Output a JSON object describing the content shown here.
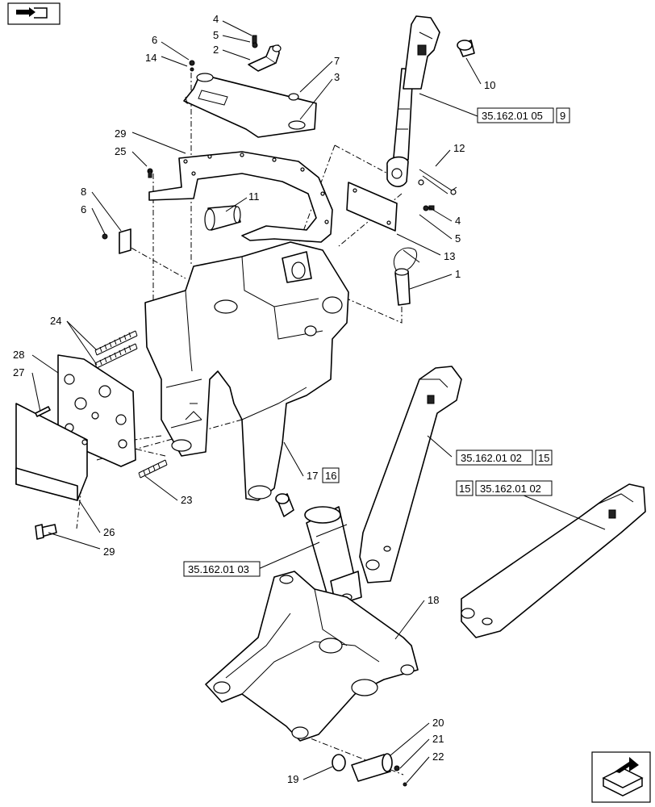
{
  "nav_icon": "book-arrow-icon",
  "corner_icon": "page-turn-arrow-icon",
  "callouts": [
    {
      "id": "c1",
      "text": "1"
    },
    {
      "id": "c2",
      "text": "2"
    },
    {
      "id": "c3",
      "text": "3"
    },
    {
      "id": "c4a",
      "text": "4"
    },
    {
      "id": "c4b",
      "text": "4"
    },
    {
      "id": "c5a",
      "text": "5"
    },
    {
      "id": "c5b",
      "text": "5"
    },
    {
      "id": "c6a",
      "text": "6"
    },
    {
      "id": "c6b",
      "text": "6"
    },
    {
      "id": "c7",
      "text": "7"
    },
    {
      "id": "c8",
      "text": "8"
    },
    {
      "id": "c10",
      "text": "10"
    },
    {
      "id": "c11",
      "text": "11"
    },
    {
      "id": "c12",
      "text": "12"
    },
    {
      "id": "c13",
      "text": "13"
    },
    {
      "id": "c14",
      "text": "14"
    },
    {
      "id": "c17",
      "text": "17"
    },
    {
      "id": "c18",
      "text": "18"
    },
    {
      "id": "c19",
      "text": "19"
    },
    {
      "id": "c20",
      "text": "20"
    },
    {
      "id": "c21",
      "text": "21"
    },
    {
      "id": "c22",
      "text": "22"
    },
    {
      "id": "c23",
      "text": "23"
    },
    {
      "id": "c24",
      "text": "24"
    },
    {
      "id": "c25",
      "text": "25"
    },
    {
      "id": "c26",
      "text": "26"
    },
    {
      "id": "c27",
      "text": "27"
    },
    {
      "id": "c28",
      "text": "28"
    },
    {
      "id": "c29a",
      "text": "29"
    },
    {
      "id": "c29b",
      "text": "29"
    }
  ],
  "references": {
    "r1": {
      "code": "35.162.01 05",
      "page": "9"
    },
    "r2": {
      "code": "35.162.01 02",
      "page": "15"
    },
    "r3": {
      "code": "35.162.01 02",
      "page": "15"
    },
    "r4": {
      "code": "35.162.01 03"
    },
    "r5": {
      "page": "16"
    }
  }
}
